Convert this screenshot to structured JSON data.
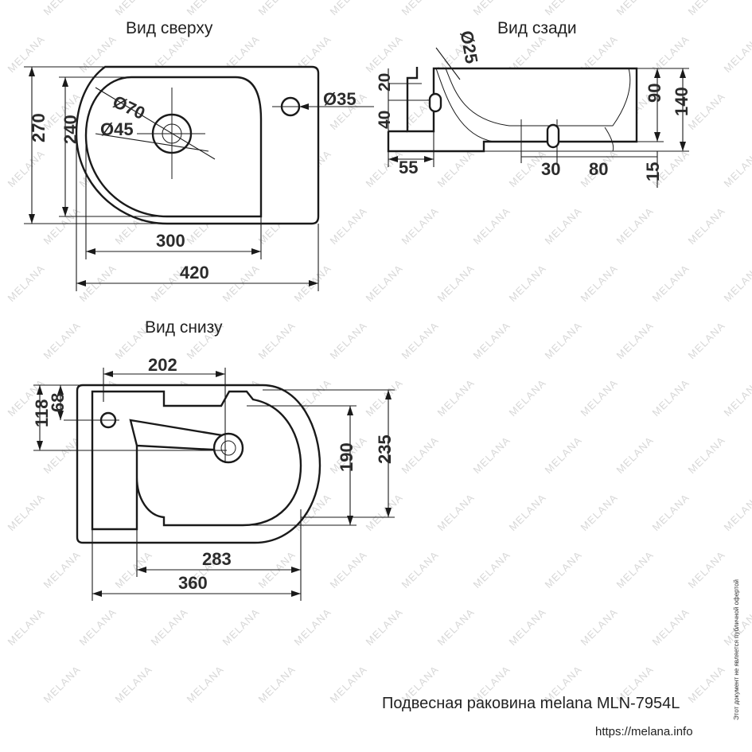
{
  "product_title": "Подвесная раковина melana MLN-7954L",
  "website": "https://melana.info",
  "disclaimer": "Этот документ не является публичной офертой",
  "watermark": "MELANA",
  "views": {
    "top": {
      "title": "Вид сверху",
      "dims": {
        "overflow_diameter": "Ø70",
        "drain_diameter": "Ø45",
        "tap_hole": "Ø35",
        "depth_total": "270",
        "depth_bowl": "240",
        "bowl_width": "300",
        "total_width": "420"
      }
    },
    "back": {
      "title": "Вид сзади",
      "dims": {
        "hole_diameter": "Ø25",
        "top_offset": "20",
        "hole_height": "40",
        "left_offset": "55",
        "bowl_height": "90",
        "total_height": "140",
        "drain_offset": "30",
        "drain_width": "80",
        "drain_bottom": "15"
      }
    },
    "bottom": {
      "title": "Вид снизу",
      "dims": {
        "slot_width": "202",
        "tap_offset": "68",
        "tap_depth": "118",
        "inner_depth": "190",
        "outer_depth": "235",
        "inner_width": "283",
        "outer_width": "360"
      }
    }
  }
}
